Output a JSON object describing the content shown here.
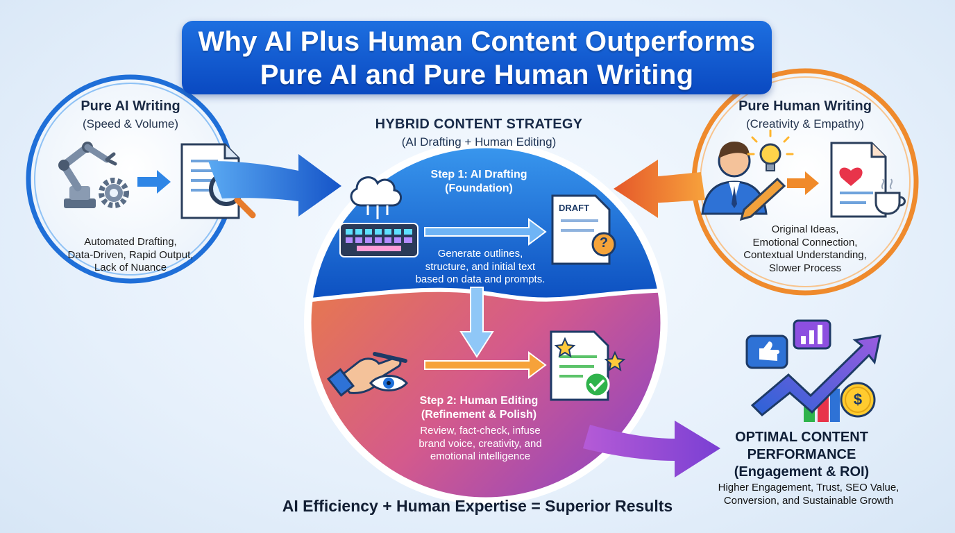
{
  "title": {
    "line1": "Why AI Plus Human Content Outperforms",
    "line2": "Pure AI and Pure Human Writing"
  },
  "pure_ai": {
    "title": "Pure AI Writing",
    "subtitle": "(Speed & Volume)",
    "lines": [
      "Automated Drafting,",
      "Data-Driven, Rapid Output,",
      "Lack of Nuance"
    ]
  },
  "pure_human": {
    "title": "Pure Human Writing",
    "subtitle": "(Creativity & Empathy)",
    "lines": [
      "Original Ideas,",
      "Emotional Connection,",
      "Contextual Understanding,",
      "Slower Process"
    ]
  },
  "hybrid": {
    "title": "HYBRID CONTENT STRATEGY",
    "subtitle": "(AI Drafting + Human Editing)",
    "step1": {
      "title": "Step 1: AI Drafting",
      "subtitle": "(Foundation)",
      "lines": [
        "Generate outlines,",
        "structure, and initial text",
        "based on data and prompts."
      ],
      "doc_label": "DRAFT"
    },
    "step2": {
      "title": "Step 2: Human Editing",
      "subtitle": "(Refinement & Polish)",
      "lines": [
        "Review, fact-check, infuse",
        "brand voice, creativity, and",
        "emotional intelligence"
      ]
    }
  },
  "optimal": {
    "title_line1": "OPTIMAL CONTENT",
    "title_line2": "PERFORMANCE",
    "subtitle": "(Engagement & ROI)",
    "lines": [
      "Higher Engagement, Trust, SEO Value,",
      "Conversion, and Sustainable Growth"
    ],
    "currency_symbol": "$"
  },
  "tagline": "AI Efficiency + Human Expertise = Superior Results",
  "colors": {
    "ai_blue": "#1f6fd8",
    "human_orange": "#ef8a2c",
    "hybrid_purple": "#7b3fd0",
    "title_blue": "#0a49c1"
  },
  "icons": [
    "robot-arm-icon",
    "gear-icon",
    "document-icon",
    "magnifier-icon",
    "cloud-icon",
    "keyboard-icon",
    "draft-document-icon",
    "question-icon",
    "hand-pen-icon",
    "eye-icon",
    "checked-document-icon",
    "star-icon",
    "person-icon",
    "lightbulb-icon",
    "pencil-icon",
    "heart-document-icon",
    "coffee-cup-icon",
    "thumbs-up-icon",
    "bar-chart-icon",
    "growth-arrow-icon",
    "dollar-coin-icon"
  ]
}
